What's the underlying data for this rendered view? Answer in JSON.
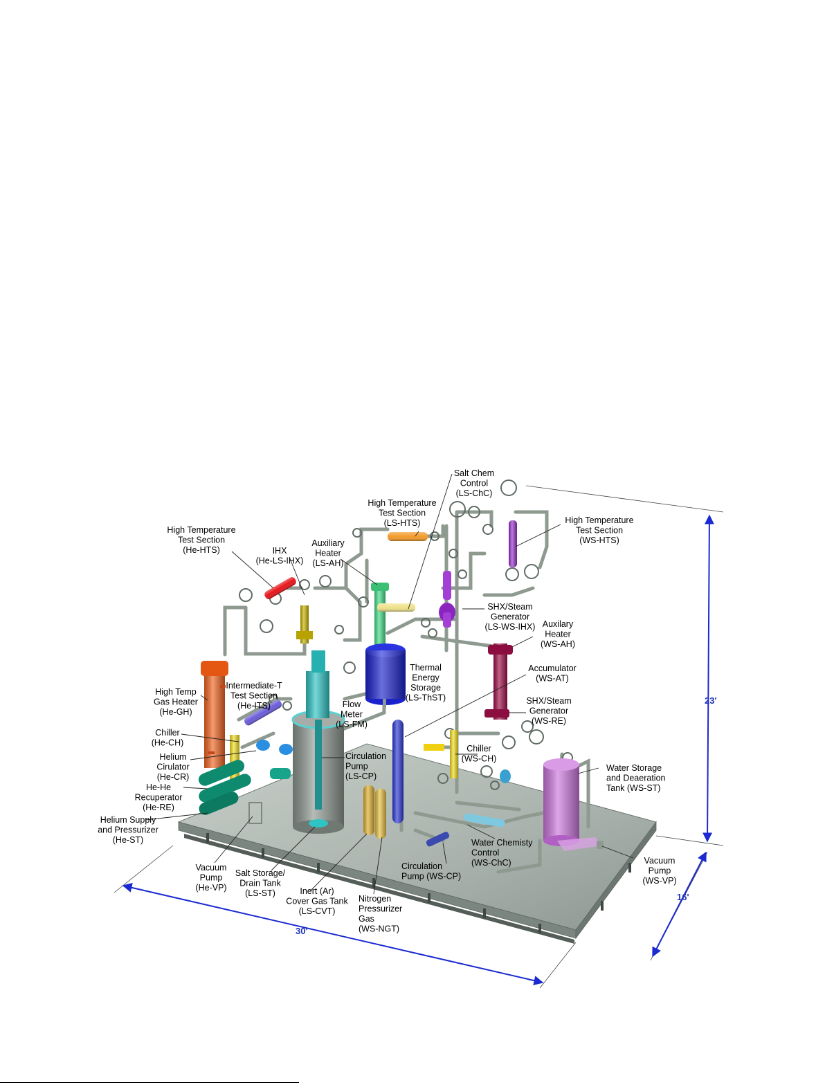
{
  "colors": {
    "dimension": "#2233bb",
    "helium_heater": "#f26522",
    "ihx": "#c8b400",
    "high_temp_section": "#e8141a",
    "salt_tank": "#2ec4c4",
    "thermal_storage": "#1a22cc",
    "aux_heater": "#44dd88",
    "ws_heater": "#a0104a",
    "steam_gen": "#9933cc",
    "water_tank": "#cc77dd",
    "recuperator": "#0e8a6e",
    "cover_gas": "#e0b030",
    "chiller": "#f4e020",
    "platform": "#aab2ad"
  },
  "dimensions": {
    "length": "30'",
    "width": "16'",
    "height": "23'"
  },
  "labels": {
    "he_hts": [
      "High Temperature",
      "Test Section",
      "(He-HTS)"
    ],
    "he_ls_ihx": [
      "IHX",
      "(He-LS-IHX)"
    ],
    "ls_ah": [
      "Auxiliary",
      "Heater",
      "(LS-AH)"
    ],
    "ls_hts": [
      "High Temperature",
      "Test Section",
      "(LS-HTS)"
    ],
    "ls_chc": [
      "Salt Chem",
      "Control",
      "(LS-ChC)"
    ],
    "ws_hts": [
      "High Temperature",
      "Test Section",
      "(WS-HTS)"
    ],
    "ls_ws_ihx": [
      "SHX/Steam",
      "Generator",
      "(LS-WS-IHX)"
    ],
    "ws_ah": [
      "Auxilary",
      "Heater",
      "(WS-AH)"
    ],
    "ls_thst": [
      "Thermal",
      "Energy",
      "Storage",
      "(LS-ThST)"
    ],
    "ws_at": [
      "Accumulator",
      "(WS-AT)"
    ],
    "ws_re": [
      "SHX/Steam",
      "Generator",
      "(WS-RE)"
    ],
    "he_gh": [
      "High Temp",
      "Gas Heater",
      "(He-GH)"
    ],
    "he_its": [
      "Intermediate-T",
      "Test Section",
      "(He-ITS)"
    ],
    "ls_fm": [
      "Flow",
      "Meter",
      "(LS-FM)"
    ],
    "he_ch": [
      "Chiller",
      "(He-CH)"
    ],
    "he_cr": [
      "Helium",
      "Cirulator",
      "(He-CR)"
    ],
    "ls_cp": [
      "Circulation",
      "Pump",
      "(LS-CP)"
    ],
    "ws_ch": [
      "Chiller",
      "(WS-CH)"
    ],
    "ws_st": [
      "Water Storage",
      "and Deaeration",
      "Tank (WS-ST)"
    ],
    "he_re": [
      "He-He",
      "Recuperator",
      "(He-RE)"
    ],
    "he_st": [
      "Helium Supply",
      "and Pressurizer",
      "(He-ST)"
    ],
    "ws_chc": [
      "Water Chemisty",
      "Control",
      "(WS-ChC)"
    ],
    "ws_vp": [
      "Vacuum",
      "Pump",
      "(WS-VP)"
    ],
    "ws_cp": [
      "Circulation",
      "Pump (WS-CP)"
    ],
    "he_vp": [
      "Vacuum",
      "Pump",
      "(He-VP)"
    ],
    "ls_st": [
      "Salt Storage/",
      "Drain Tank",
      "(LS-ST)"
    ],
    "ls_cvt": [
      "Inert (Ar)",
      "Cover Gas Tank",
      "(LS-CVT)"
    ],
    "ws_ngt": [
      "Nitrogen",
      "Pressurizer",
      "Gas",
      "(WS-NGT)"
    ]
  }
}
